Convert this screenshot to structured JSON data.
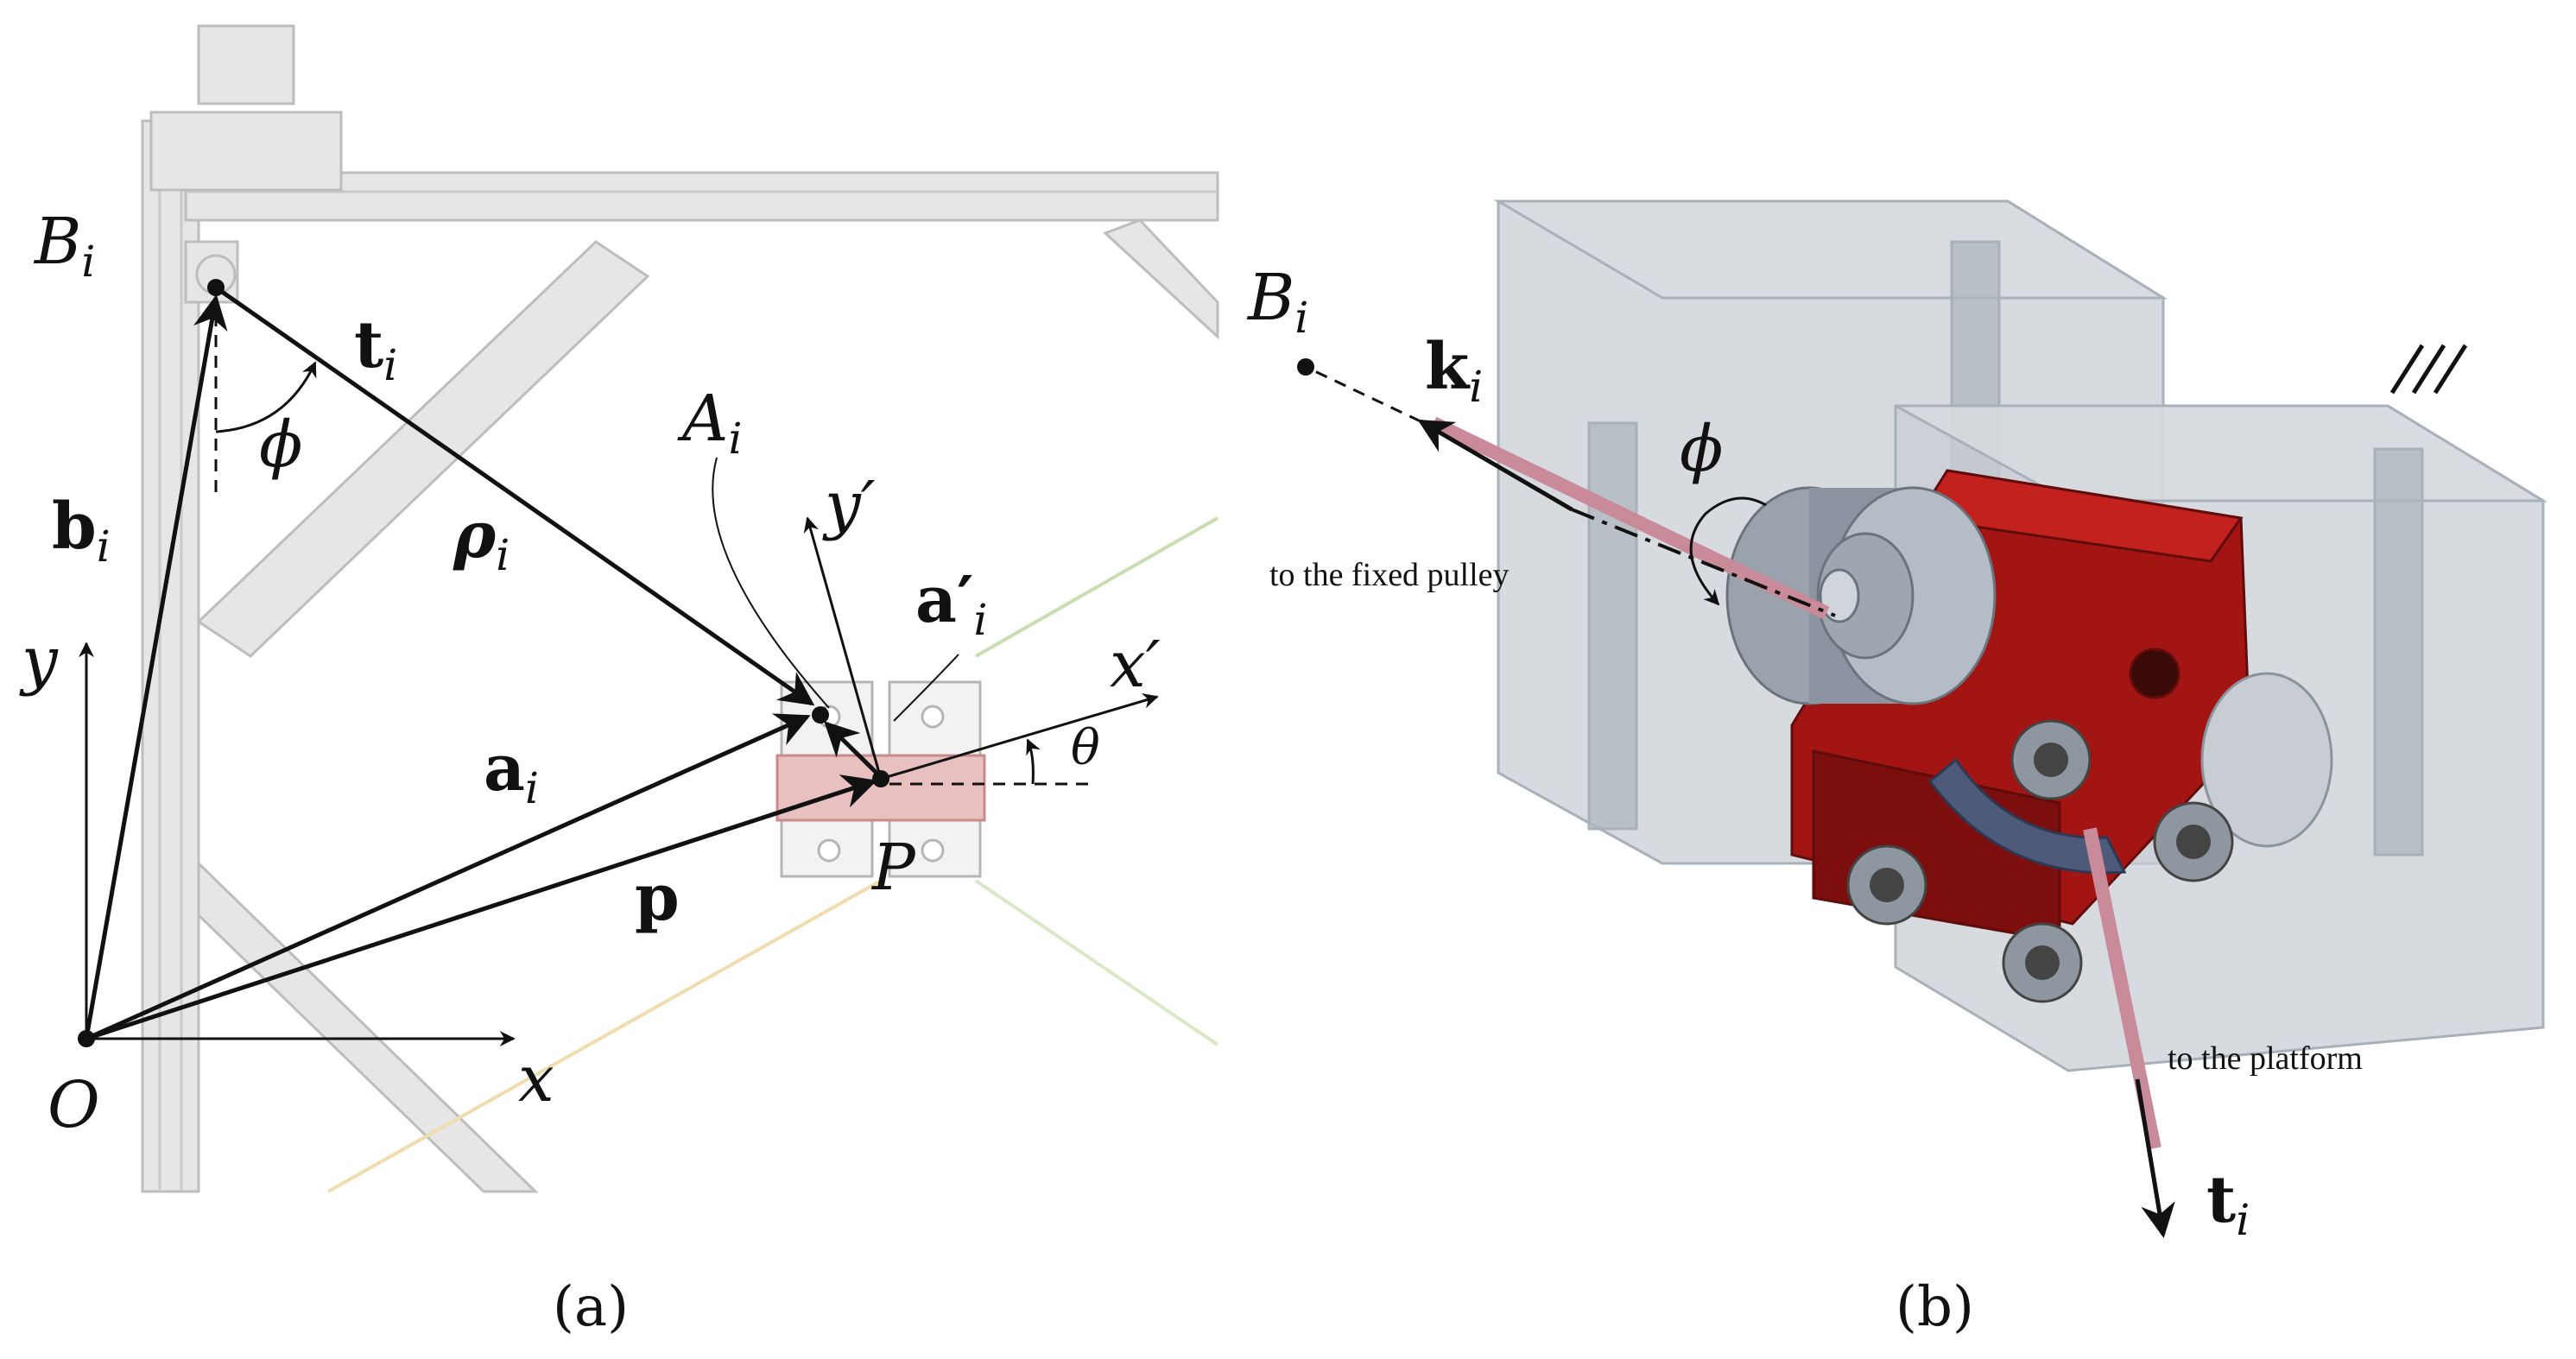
{
  "panel_a": {
    "caption": "(a)",
    "labels": {
      "B": "B",
      "B_sub": "i",
      "t": "t",
      "t_sub": "i",
      "phi": "ϕ",
      "b": "b",
      "b_sub": "i",
      "rho": "ρ",
      "rho_sub": "i",
      "A": "A",
      "A_sub": "i",
      "y_prime": "y′",
      "a_prime": "a′",
      "a_prime_sub": "i",
      "y": "y",
      "x_prime": "x′",
      "theta": "θ",
      "a": "a",
      "a_sub": "i",
      "p": "p",
      "P": "P",
      "O": "O",
      "x": "x"
    }
  },
  "panel_b": {
    "caption": "(b)",
    "labels": {
      "B": "B",
      "B_sub": "i",
      "k": "k",
      "k_sub": "i",
      "phi": "ϕ",
      "fixed_pulley": "to the fixed pulley",
      "platform": "to the platform",
      "t": "t",
      "t_sub": "i"
    }
  },
  "colors": {
    "frame": "#d9d9d9",
    "frame_edge": "#bdbdbd",
    "block_gray": "#b9c0c8",
    "red_part": "#a31512",
    "cable": "#c98a9a",
    "green_cable": "#c8ddb0",
    "orange_cable": "#f0dcae"
  }
}
